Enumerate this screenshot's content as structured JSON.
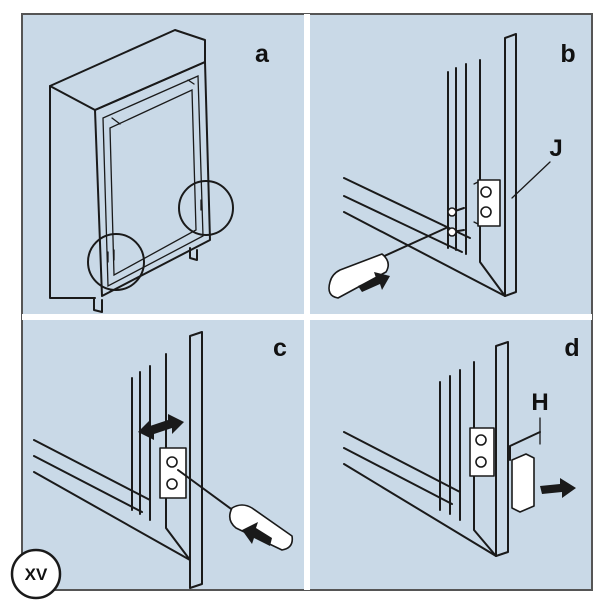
{
  "figure": {
    "colors": {
      "panel_background": "#c9d9e7",
      "line": "#1a1a1a",
      "frame_border": "#555555"
    },
    "badge": "XV",
    "panels": [
      {
        "letter": "a"
      },
      {
        "letter": "b",
        "part": "J"
      },
      {
        "letter": "c"
      },
      {
        "letter": "d",
        "part": "H"
      }
    ],
    "icons": [
      "screwdriver-icon",
      "push-arrow-icon",
      "double-arrow-icon",
      "hinge-bracket-icon"
    ]
  }
}
